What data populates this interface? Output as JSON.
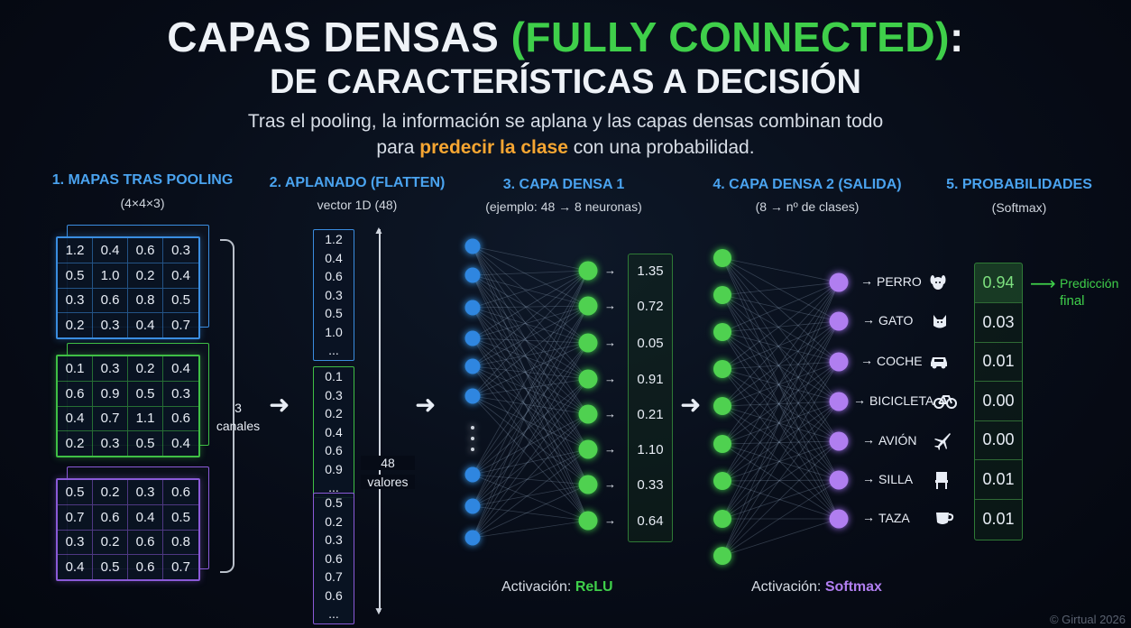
{
  "header": {
    "title_main": "CAPAS DENSAS ",
    "title_accent": "(FULLY CONNECTED)",
    "title_colon": ":",
    "subtitle": "DE CARACTERÍSTICAS A DECISIÓN",
    "desc_line1": "Tras el pooling, la información se aplana y las capas densas combinan todo",
    "desc_pre": "para ",
    "desc_highlight": "predecir la clase",
    "desc_post": " con una probabilidad."
  },
  "sections": [
    {
      "title": "1. MAPAS TRAS POOLING",
      "sub": "(4×4×3)"
    },
    {
      "title": "2. APLANADO (FLATTEN)",
      "sub": "vector 1D (48)"
    },
    {
      "title": "3. CAPA DENSA 1",
      "sub": "(ejemplo: 48 → 8 neuronas)"
    },
    {
      "title": "4. CAPA DENSA 2 (SALIDA)",
      "sub": "(8 → nº de clases)"
    },
    {
      "title": "5. PROBABILIDADES",
      "sub": "(Softmax)"
    }
  ],
  "maps": [
    {
      "color": "#3a8de0",
      "values": [
        "1.2",
        "0.4",
        "0.6",
        "0.3",
        "0.5",
        "1.0",
        "0.2",
        "0.4",
        "0.3",
        "0.6",
        "0.8",
        "0.5",
        "0.2",
        "0.3",
        "0.4",
        "0.7"
      ]
    },
    {
      "color": "#3fbf45",
      "values": [
        "0.1",
        "0.3",
        "0.2",
        "0.4",
        "0.6",
        "0.9",
        "0.5",
        "0.3",
        "0.4",
        "0.7",
        "1.1",
        "0.6",
        "0.2",
        "0.3",
        "0.5",
        "0.4"
      ]
    },
    {
      "color": "#8a5ad8",
      "values": [
        "0.5",
        "0.2",
        "0.3",
        "0.6",
        "0.7",
        "0.6",
        "0.4",
        "0.5",
        "0.3",
        "0.2",
        "0.6",
        "0.8",
        "0.4",
        "0.5",
        "0.6",
        "0.7"
      ]
    }
  ],
  "channels_count": "3",
  "channels_label": "canales",
  "flatten": [
    {
      "color": "#3a8de0",
      "values": [
        "1.2",
        "0.4",
        "0.6",
        "0.3",
        "0.5",
        "1.0",
        "..."
      ]
    },
    {
      "color": "#3fbf45",
      "values": [
        "0.1",
        "0.3",
        "0.2",
        "0.4",
        "0.6",
        "0.9",
        "..."
      ]
    },
    {
      "color": "#8a5ad8",
      "values": [
        "0.5",
        "0.2",
        "0.3",
        "0.6",
        "0.7",
        "0.6",
        "..."
      ]
    }
  ],
  "flatten_count": "48",
  "flatten_label": "valores",
  "dense1_outputs": [
    "1.35",
    "0.72",
    "0.05",
    "0.91",
    "0.21",
    "1.10",
    "0.33",
    "0.64"
  ],
  "classes": [
    "PERRO",
    "GATO",
    "COCHE",
    "BICICLETA",
    "AVIÓN",
    "SILLA",
    "TAZA"
  ],
  "class_icons": [
    "dog-icon",
    "cat-icon",
    "car-icon",
    "bicycle-icon",
    "airplane-icon",
    "chair-icon",
    "cup-icon"
  ],
  "probabilities": [
    "0.94",
    "0.03",
    "0.01",
    "0.00",
    "0.00",
    "0.01",
    "0.01"
  ],
  "prediction_line1": "Predicción",
  "prediction_line2": "final",
  "activation1_label": "Activación: ",
  "activation1_name": "ReLU",
  "activation2_label": "Activación: ",
  "activation2_name": "Softmax",
  "copyright": "© Girtual 2026",
  "colors": {
    "accent_green": "#3fcf4a",
    "highlight_orange": "#f7a632",
    "blue": "#4aa3ef",
    "purple": "#b07ef0"
  }
}
